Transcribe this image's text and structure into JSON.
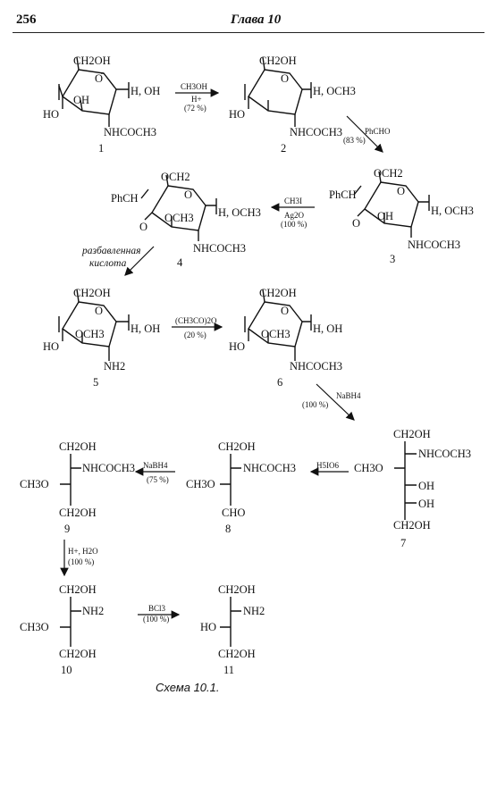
{
  "page_number": "256",
  "chapter_header": "Глава 10",
  "caption": "Схема 10.1.",
  "numbers": {
    "c1": "1",
    "c2": "2",
    "c3": "3",
    "c4": "4",
    "c5": "5",
    "c6": "6",
    "c7": "7",
    "c8": "8",
    "c9": "9",
    "c10": "10",
    "c11": "11"
  },
  "compounds": {
    "c1": {
      "top": "CH2OH",
      "oh2": "OH",
      "ho": "HO",
      "anomeric": "H, OH",
      "subst": "NHCOCH3"
    },
    "c2": {
      "top": "CH2OH",
      "ho": "HO",
      "anomeric": "H, OCH3",
      "subst": "NHCOCH3"
    },
    "c3": {
      "top": "OCH2",
      "phch": "PhCH",
      "o": "O",
      "oh": "OH",
      "anomeric": "H, OCH3",
      "subst": "NHCOCH3"
    },
    "c4": {
      "top": "OCH2",
      "phch": "PhCH",
      "o": "O",
      "och3": "OCH3",
      "anomeric": "H, OCH3",
      "subst": "NHCOCH3"
    },
    "c5": {
      "top": "CH2OH",
      "och3": "OCH3",
      "ho": "HO",
      "anomeric": "H, OH",
      "subst": "NH2"
    },
    "c6": {
      "top": "CH2OH",
      "och3": "OCH3",
      "ho": "HO",
      "anomeric": "H, OH",
      "subst": "NHCOCH3"
    },
    "c7": {
      "r1": "CH2OH",
      "r2": "NHCOCH3",
      "r3": "CH3O",
      "r4": "OH",
      "r5": "OH",
      "r6": "CH2OH"
    },
    "c8": {
      "r1": "CH2OH",
      "r2": "NHCOCH3",
      "r3": "CH3O",
      "r4": "CHO"
    },
    "c9": {
      "r1": "CH2OH",
      "r2": "NHCOCH3",
      "r3": "CH3O",
      "r4": "CH2OH"
    },
    "c10": {
      "r1": "CH2OH",
      "r2": "NH2",
      "r3": "CH3O",
      "r4": "CH2OH"
    },
    "c11": {
      "r1": "CH2OH",
      "r2": "NH2",
      "r3": "HO",
      "r4": "CH2OH"
    }
  },
  "reagents": {
    "r12": {
      "top": "CH3OH",
      "mid": "H+",
      "yield": "(72 %)"
    },
    "r23": {
      "top": "PhCHO",
      "yield": "(83 %)"
    },
    "r34": {
      "top": "CH3I",
      "mid": "Ag2O",
      "yield": "(100 %)"
    },
    "r45": {
      "line1": "разбавленная",
      "line2": "кислота"
    },
    "r56": {
      "top": "(CH3CO)2O",
      "yield": "(20 %)"
    },
    "r67": {
      "top": "NaBH4",
      "yield": "(100 %)"
    },
    "r78": {
      "top": "H5IO6"
    },
    "r89": {
      "top": "NaBH4",
      "yield": "(75 %)"
    },
    "r910": {
      "top": "H+, H2O",
      "yield": "(100 %)"
    },
    "r1011": {
      "top": "BCl3",
      "yield": "(100 %)"
    }
  }
}
